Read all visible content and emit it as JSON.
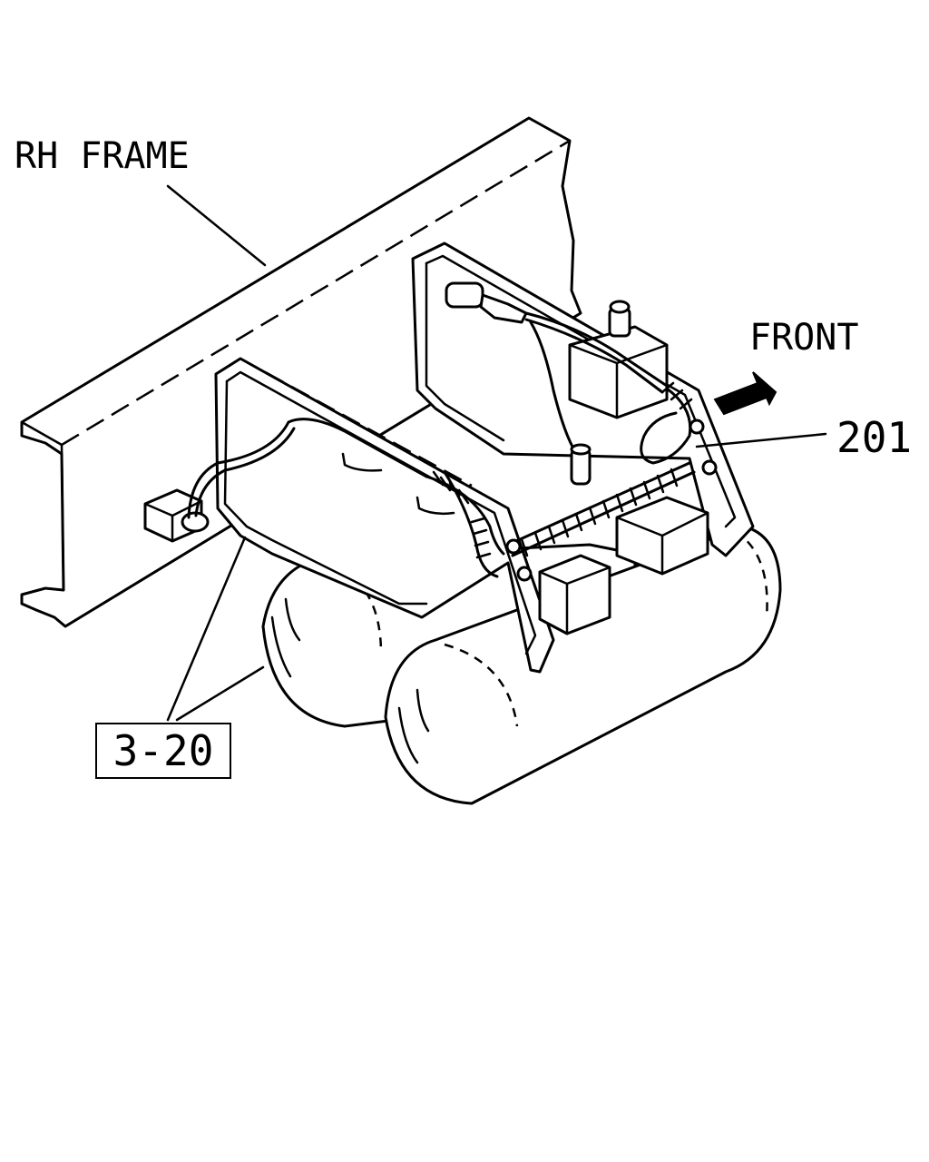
{
  "labels": {
    "rh_frame": "RH FRAME",
    "front": "FRONT",
    "part_201": "201",
    "ref_3_20": "3-20"
  }
}
